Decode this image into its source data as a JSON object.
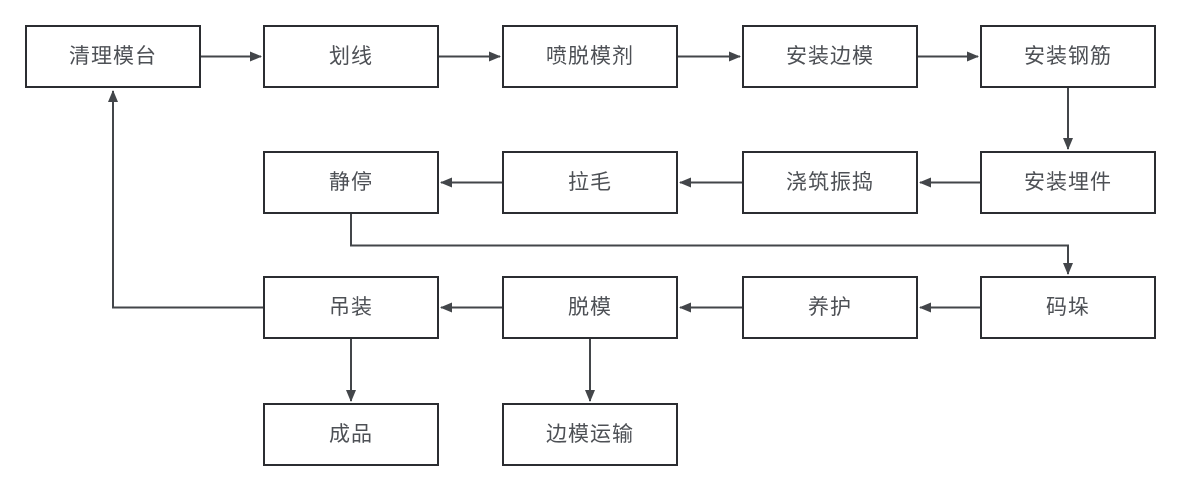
{
  "diagram": {
    "type": "flowchart",
    "background": "#ffffff",
    "colors": {
      "node_border": "#2b2d31",
      "node_fill": "#ffffff",
      "text": "#4d5055",
      "connector": "#43464a"
    },
    "nodes": [
      {
        "id": "clean-mold-platform",
        "label": "清理模台"
      },
      {
        "id": "marking",
        "label": "划线"
      },
      {
        "id": "spray-release-agent",
        "label": "喷脱模剂"
      },
      {
        "id": "install-side-mold",
        "label": "安装边模"
      },
      {
        "id": "install-rebar",
        "label": "安装钢筋"
      },
      {
        "id": "install-embedded-parts",
        "label": "安装埋件"
      },
      {
        "id": "pour-vibrate",
        "label": "浇筑振捣"
      },
      {
        "id": "roughening",
        "label": "拉毛"
      },
      {
        "id": "rest",
        "label": "静停"
      },
      {
        "id": "stacking",
        "label": "码垛"
      },
      {
        "id": "curing",
        "label": "养护"
      },
      {
        "id": "demold",
        "label": "脱模"
      },
      {
        "id": "hoisting",
        "label": "吊装"
      },
      {
        "id": "finished-product",
        "label": "成品"
      },
      {
        "id": "side-mold-transport",
        "label": "边模运输"
      }
    ],
    "edges": [
      {
        "from": "清理模台",
        "to": "划线"
      },
      {
        "from": "划线",
        "to": "喷脱模剂"
      },
      {
        "from": "喷脱模剂",
        "to": "安装边模"
      },
      {
        "from": "安装边模",
        "to": "安装钢筋"
      },
      {
        "from": "安装钢筋",
        "to": "安装埋件"
      },
      {
        "from": "安装埋件",
        "to": "浇筑振捣"
      },
      {
        "from": "浇筑振捣",
        "to": "拉毛"
      },
      {
        "from": "拉毛",
        "to": "静停"
      },
      {
        "from": "静停",
        "to": "码垛"
      },
      {
        "from": "码垛",
        "to": "养护"
      },
      {
        "from": "养护",
        "to": "脱模"
      },
      {
        "from": "脱模",
        "to": "吊装"
      },
      {
        "from": "吊装",
        "to": "成品"
      },
      {
        "from": "脱模",
        "to": "边模运输"
      },
      {
        "from": "吊装",
        "to": "清理模台"
      }
    ]
  }
}
